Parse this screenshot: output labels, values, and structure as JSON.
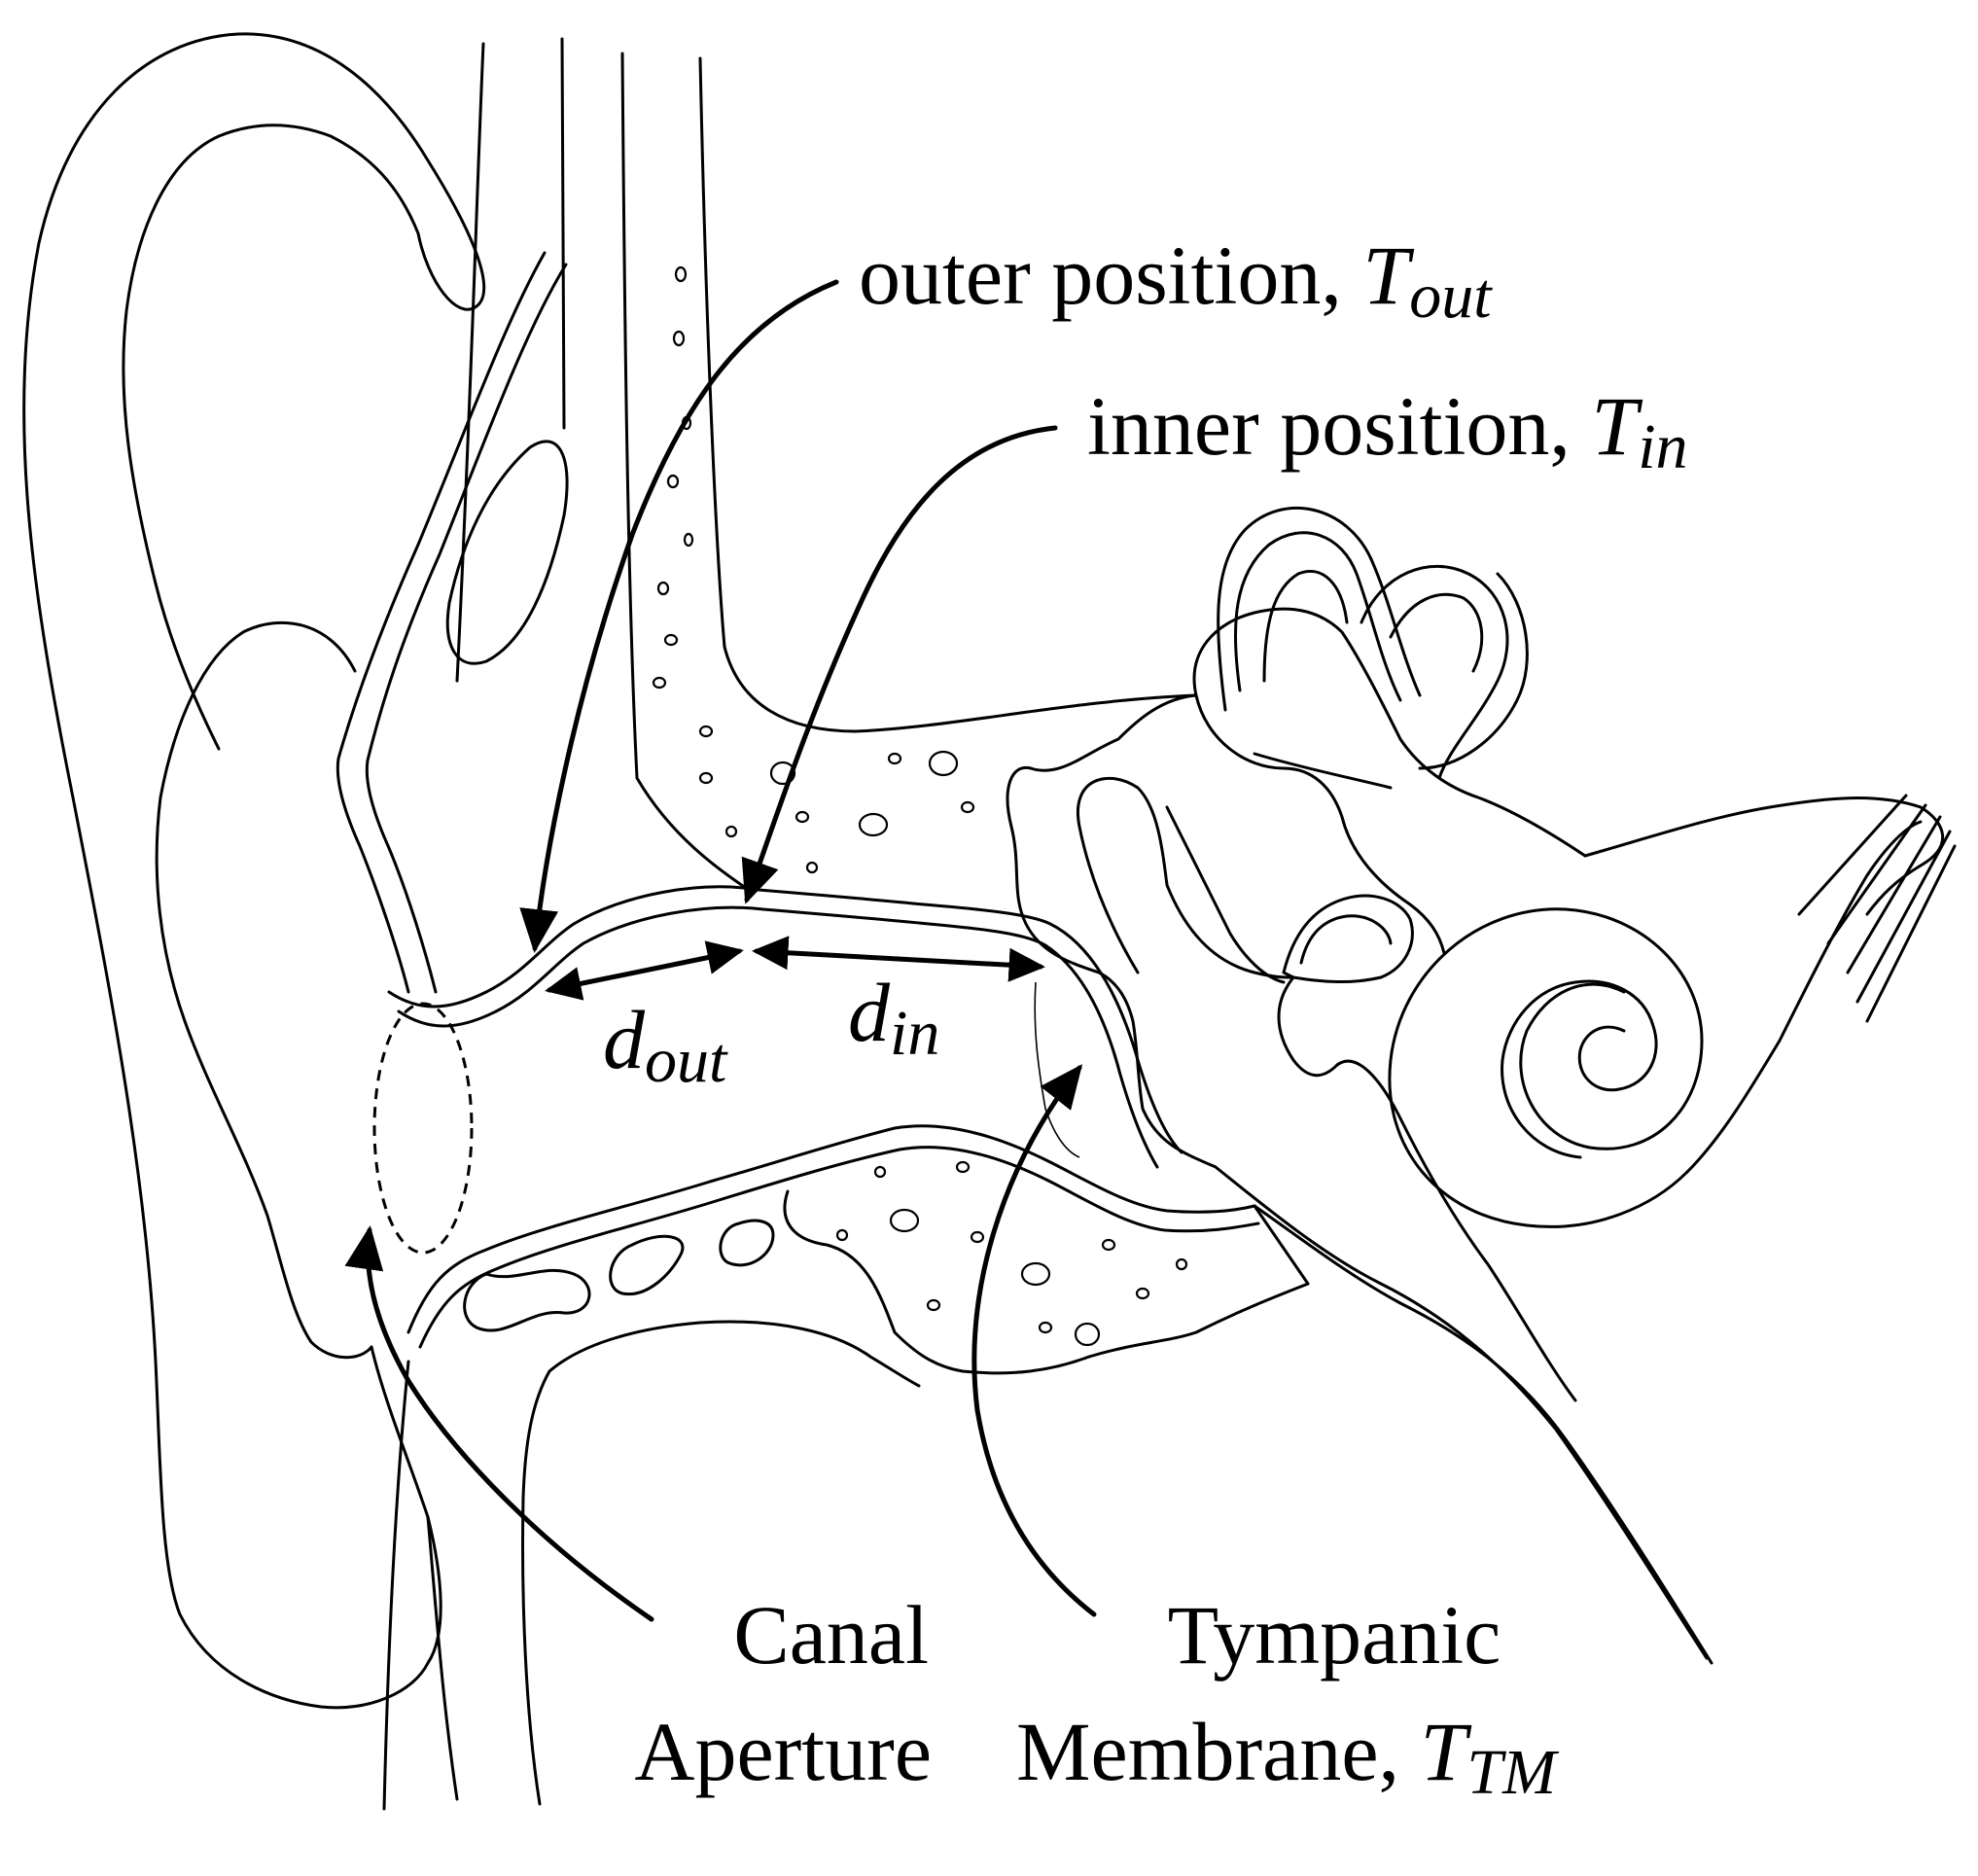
{
  "labels": {
    "outer_position": {
      "text": "outer position, ",
      "symbol": "T",
      "subscript": "out"
    },
    "inner_position": {
      "text": "inner position, ",
      "symbol": "T",
      "subscript": "in"
    },
    "d_out": {
      "symbol": "d",
      "subscript": "out"
    },
    "d_in": {
      "symbol": "d",
      "subscript": "in"
    },
    "canal_aperture": {
      "line1": "Canal",
      "line2": "Aperture"
    },
    "tympanic_membrane": {
      "line1": "Tympanic",
      "line2": "Membrane, ",
      "symbol": "T",
      "subscript": "TM"
    }
  },
  "icons": [
    "ear-anatomy-diagram",
    "arrow-pointer",
    "double-headed-arrow"
  ]
}
